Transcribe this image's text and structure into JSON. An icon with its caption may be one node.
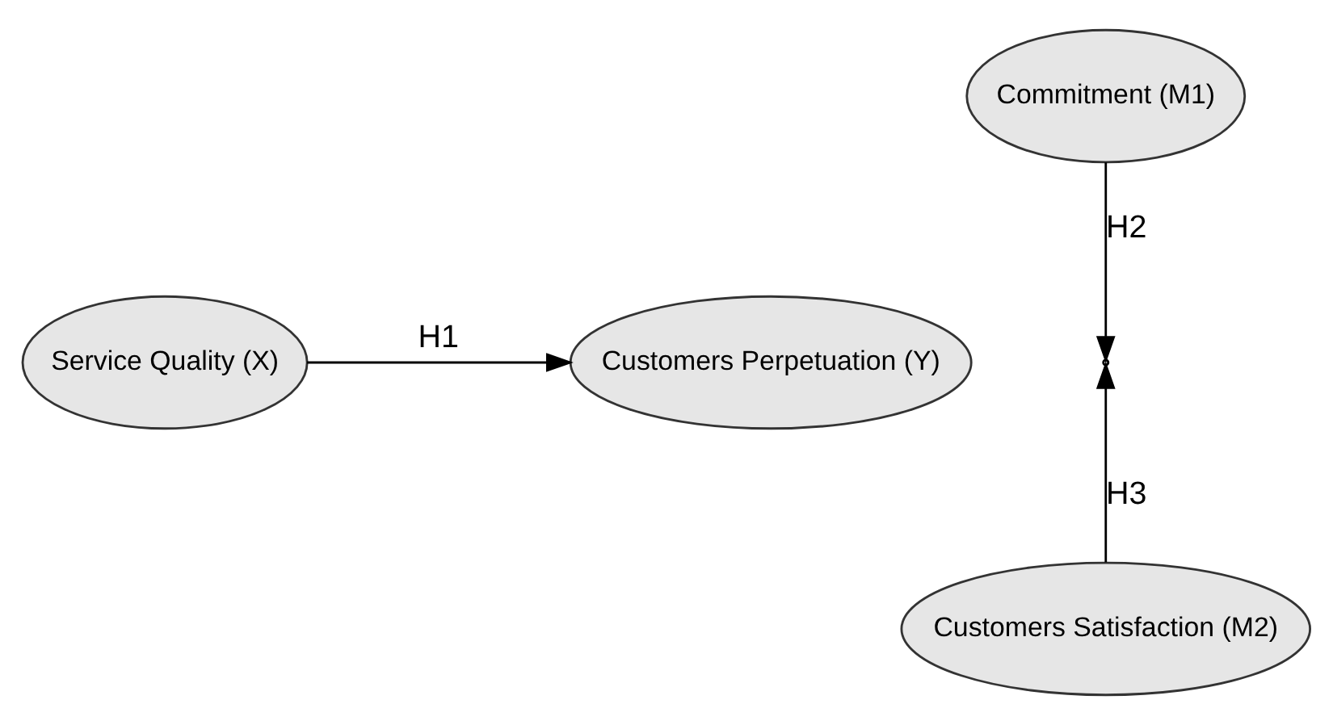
{
  "diagram": {
    "nodes": [
      {
        "text": [
          "Service Quality (X)"
        ]
      },
      {
        "text": [
          "Commitment (M1)"
        ]
      },
      {
        "text": [
          "Customers Perpetuation (Y)"
        ]
      },
      {
        "text": [
          "Customers Satisfaction (M2)"
        ]
      }
    ],
    "edges": [
      {
        "from": 0,
        "to": 2,
        "arrow": "to",
        "label": "H1"
      },
      {
        "from": 1,
        "to": null,
        "arrow": "to",
        "label": "H2"
      },
      {
        "from": 3,
        "to": null,
        "arrow": "to",
        "label": "H3"
      }
    ]
  }
}
